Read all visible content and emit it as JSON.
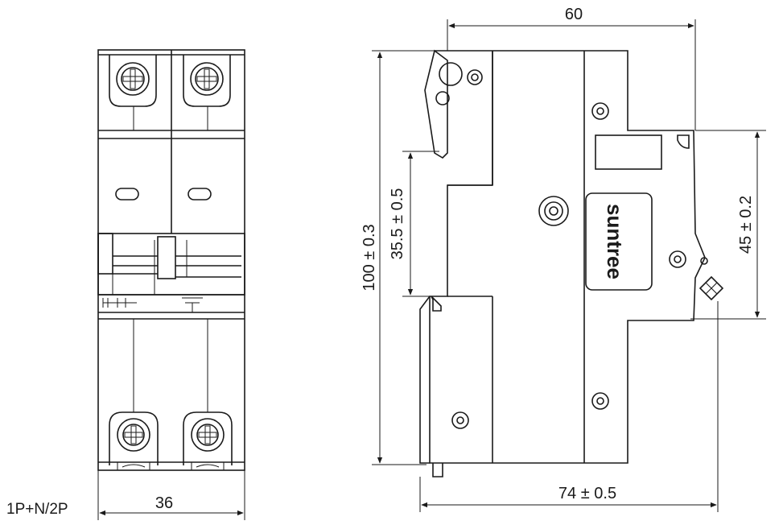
{
  "front_view": {
    "width_label": "36",
    "pole_label": "1P+N/2P"
  },
  "side_view": {
    "depth_top_label": "60",
    "height_label": "100 ± 0.3",
    "rail_label": "35.5 ± 0.5",
    "front_height_label": "45 ± 0.2",
    "depth_bottom_label": "74 ± 0.5",
    "brand": "suntree"
  },
  "colors": {
    "line": "#1a1a1a",
    "background": "#ffffff"
  }
}
